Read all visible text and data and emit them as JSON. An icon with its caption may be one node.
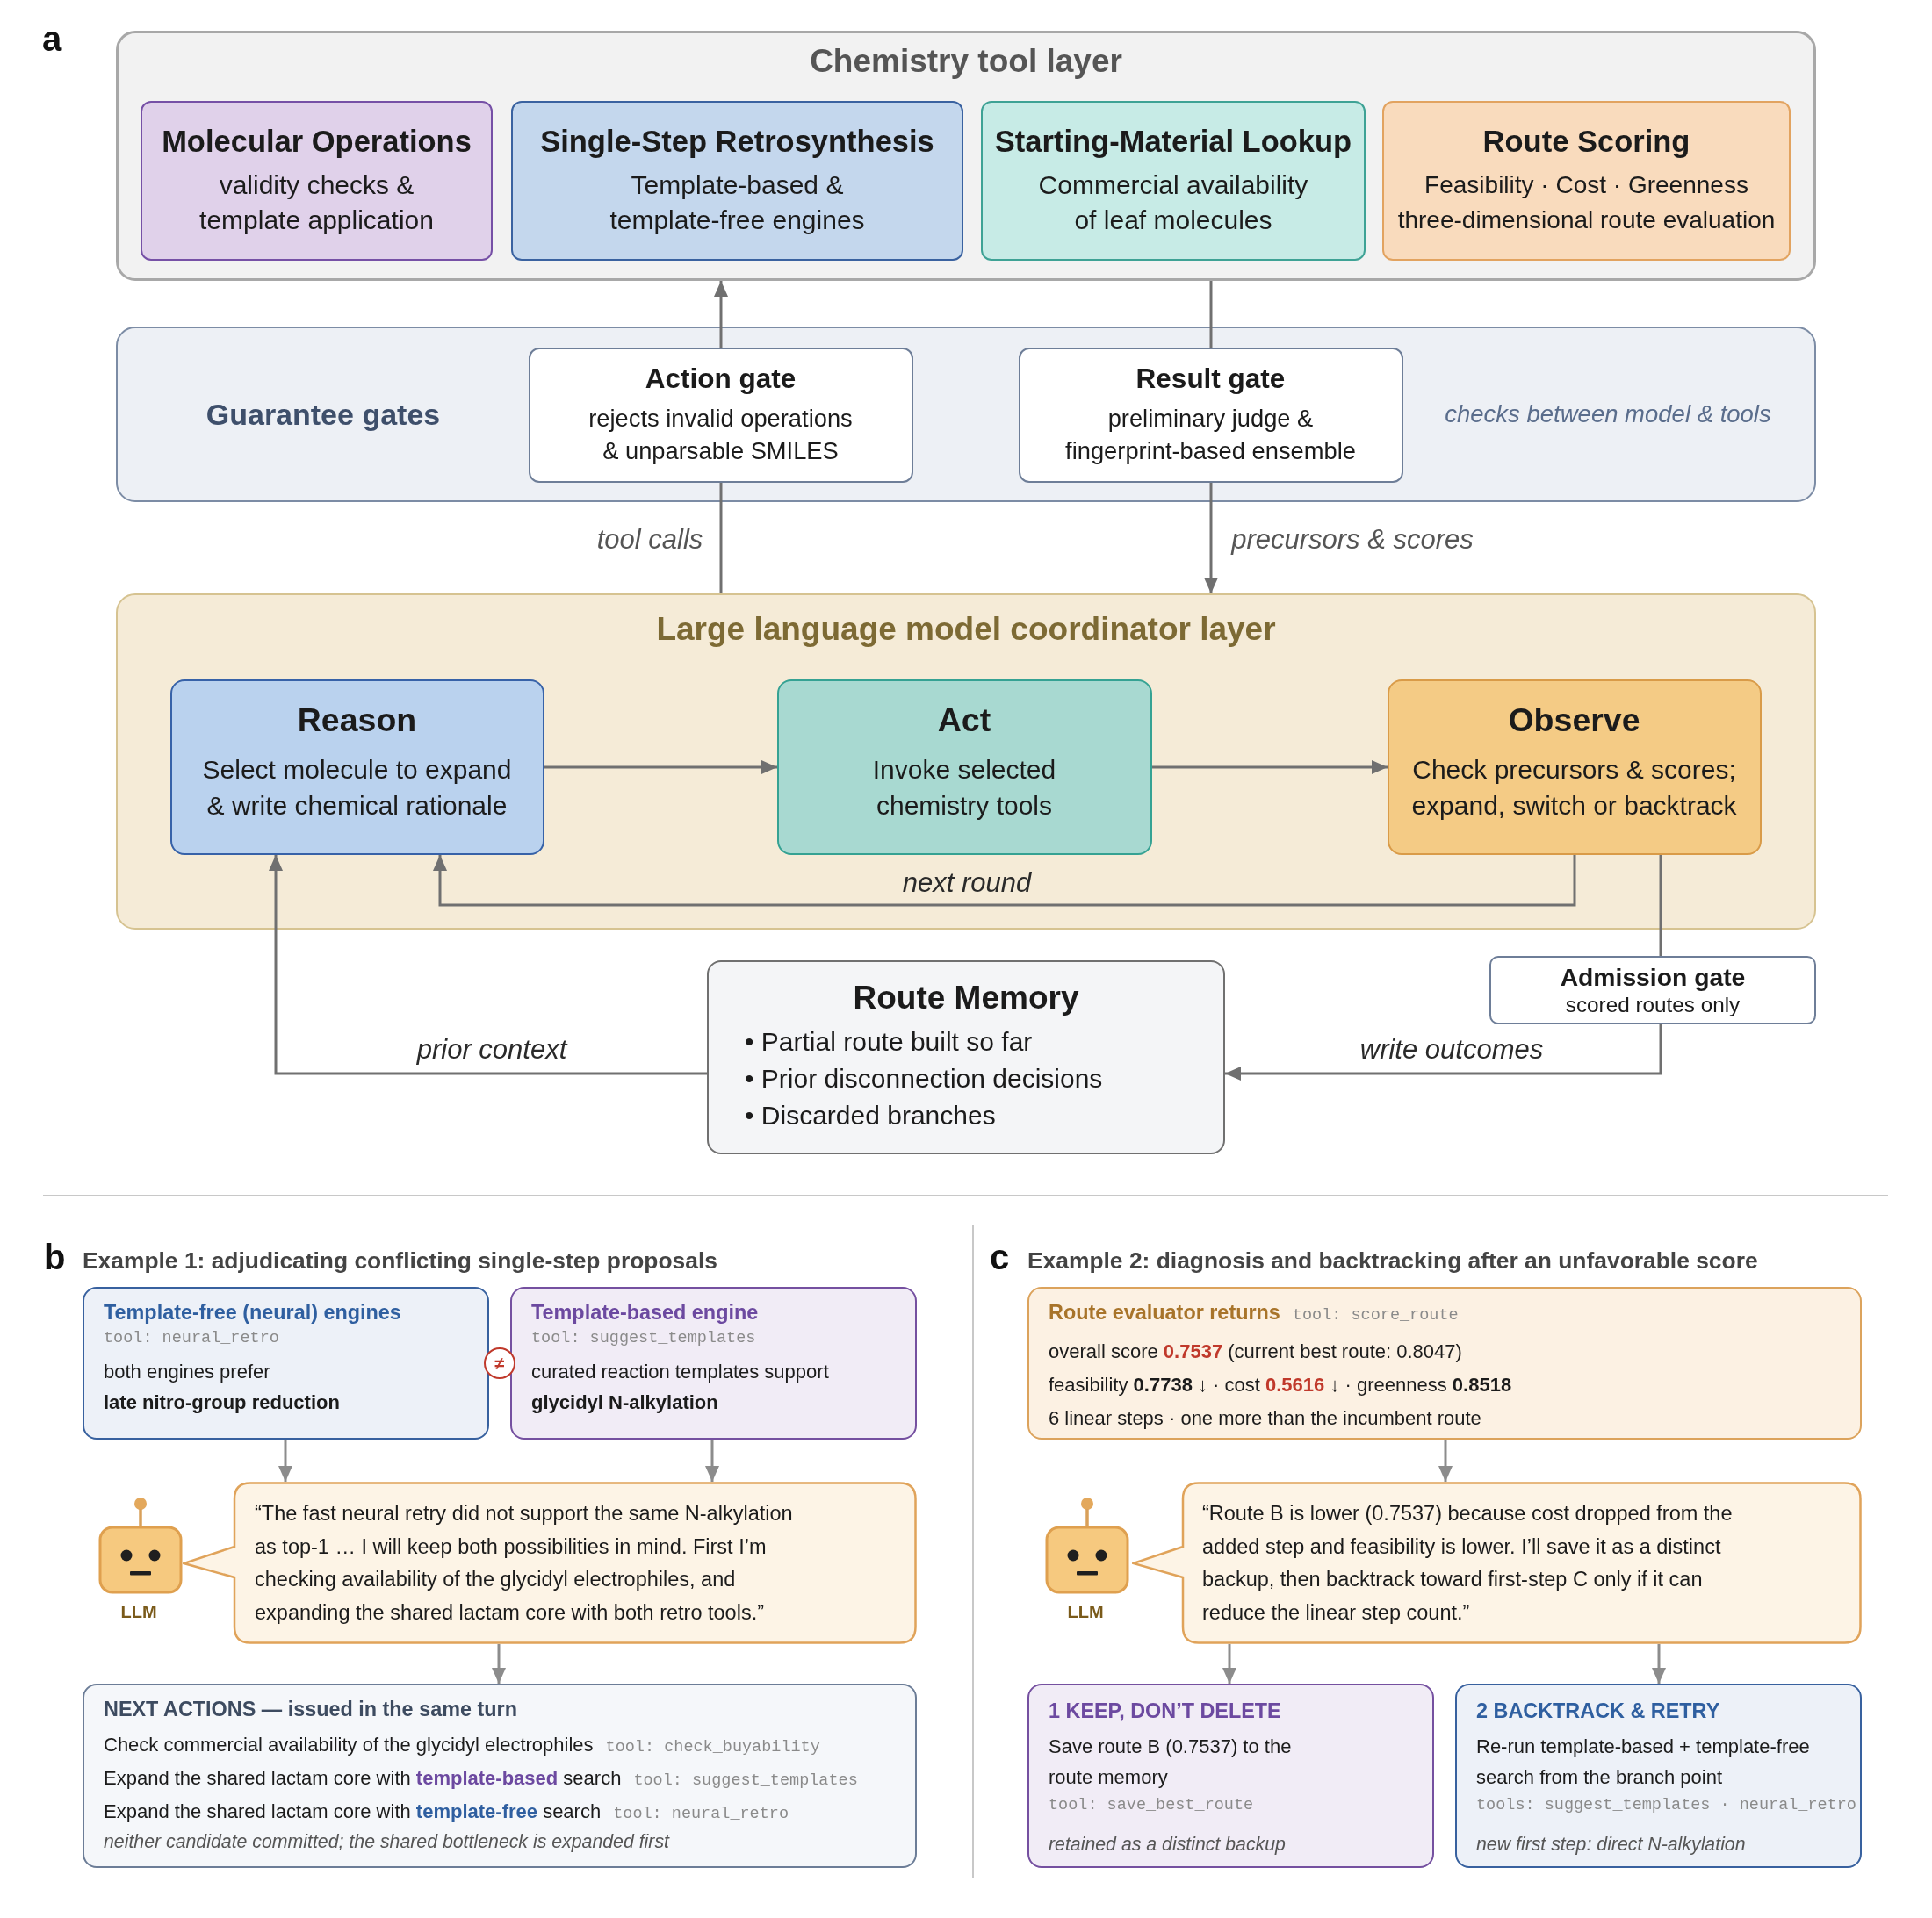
{
  "diagram": {
    "nodes": [
      {
        "text": [
          "Chemistry tool layer"
        ]
      },
      {
        "text": [
          "Molecular Operations",
          "validity checks & template application"
        ],
        "in": 0
      },
      {
        "text": [
          "Single-Step Retrosynthesis",
          "Template-based & template-free engines"
        ],
        "in": 0
      },
      {
        "text": [
          "Starting-Material Lookup",
          "Commercial availability of leaf molecules"
        ],
        "in": 0
      },
      {
        "text": [
          "Route Scoring",
          "Feasibility · Cost · Greenness",
          "three-dimensional route evaluation"
        ],
        "in": 0
      },
      {
        "text": [
          "Guarantee gates",
          "checks between model & tools"
        ]
      },
      {
        "text": [
          "Action gate",
          "rejects invalid operations & unparsable SMILES"
        ],
        "in": 5
      },
      {
        "text": [
          "Result gate",
          "preliminary judge & fingerprint-based ensemble"
        ],
        "in": 5
      },
      {
        "text": [
          "Large language model coordinator layer"
        ]
      },
      {
        "text": [
          "Reason",
          "Select molecule to expand & write chemical rationale"
        ],
        "in": 8
      },
      {
        "text": [
          "Act",
          "Invoke selected chemistry tools"
        ],
        "in": 8
      },
      {
        "text": [
          "Observe",
          "Check precursors & scores; expand, switch or backtrack"
        ],
        "in": 8
      },
      {
        "text": [
          "Route Memory",
          "• Partial route built so far",
          "• Prior disconnection decisions",
          "• Discarded branches"
        ]
      },
      {
        "text": [
          "Admission gate",
          "scored routes only"
        ]
      },
      {
        "text": [
          "Template-free (neural) engines",
          "tool: neural_retro",
          "both engines prefer **late nitro-group reduction**"
        ]
      },
      {
        "text": [
          "Template-based engine",
          "tool: suggest_templates",
          "curated reaction templates support **glycidyl N-alkylation**"
        ]
      },
      {
        "text": [
          "“The fast neural retry did not support the same N-alkylation as top-1 … I will keep both possibilities in mind. First I’m checking availability of the glycidyl electrophiles, and expanding the shared lactam core with both retro tools.”"
        ]
      },
      {
        "text": [
          "NEXT ACTIONS — issued in the same turn",
          "Check commercial availability of the glycidyl electrophiles",
          "tool: check_buyability",
          "Expand the shared lactam core with **template-based** search",
          "tool: suggest_templates",
          "Expand the shared lactam core with **template-free** search",
          "tool: neural_retro",
          "neither candidate committed; the shared bottleneck is expanded first"
        ]
      },
      {
        "text": [
          "Route evaluator returns",
          "tool: score_route",
          "overall score **0.7537** (current best route: 0.8047)",
          "feasibility **0.7738** ↓ · cost **0.5616** ↓ · greenness **0.8518**",
          "6 linear steps · one more than the incumbent route"
        ]
      },
      {
        "text": [
          "“Route B is lower (0.7537) because cost dropped from the added step and feasibility is lower. I’ll save it as a distinct backup, then backtrack toward first-step C only if it can reduce the linear step count.”"
        ]
      },
      {
        "text": [
          "1 KEEP, DON’T DELETE",
          "Save route B (0.7537) to the route memory",
          "tool: save_best_route",
          "retained as a distinct backup"
        ]
      },
      {
        "text": [
          "2 BACKTRACK & RETRY",
          "Re-run template-based + template-free search from the branch point",
          "tools: suggest_templates · neural_retro",
          "new first step: direct N-alkylation"
        ]
      }
    ],
    "edges": [
      {
        "from": 8,
        "to": 6,
        "arrow": "none",
        "label": "tool calls"
      },
      {
        "from": 6,
        "to": 0,
        "arrow": "to"
      },
      {
        "from": 0,
        "to": 7,
        "arrow": "none"
      },
      {
        "from": 7,
        "to": 8,
        "arrow": "to",
        "label": "precursors & scores"
      },
      {
        "from": 9,
        "to": 10,
        "arrow": "to"
      },
      {
        "from": 10,
        "to": 11,
        "arrow": "to"
      },
      {
        "from": 11,
        "to": 9,
        "arrow": "to",
        "label": "next round"
      },
      {
        "from": 11,
        "to": 13,
        "arrow": "none"
      },
      {
        "from": 13,
        "to": 12,
        "arrow": "to",
        "label": "write outcomes"
      },
      {
        "from": 12,
        "to": 9,
        "arrow": "to",
        "label": "prior context"
      },
      {
        "from": 14,
        "to": 16,
        "arrow": "to",
        "color": "#8c8c8c"
      },
      {
        "from": 15,
        "to": 16,
        "arrow": "to",
        "color": "#8c8c8c"
      },
      {
        "from": 16,
        "to": 17,
        "arrow": "to",
        "color": "#8c8c8c"
      },
      {
        "from": 18,
        "to": 19,
        "arrow": "to",
        "color": "#8c8c8c"
      },
      {
        "from": 19,
        "to": 20,
        "arrow": "to",
        "color": "#8c8c8c"
      },
      {
        "from": 19,
        "to": 21,
        "arrow": "to",
        "color": "#8c8c8c"
      }
    ],
    "labels": [
      "a",
      "b",
      "Example 1: adjudicating conflicting single-step proposals",
      "c",
      "Example 2: diagnosis and backtracking after an unfavorable score",
      "≠",
      "LLM",
      "LLM"
    ]
  }
}
